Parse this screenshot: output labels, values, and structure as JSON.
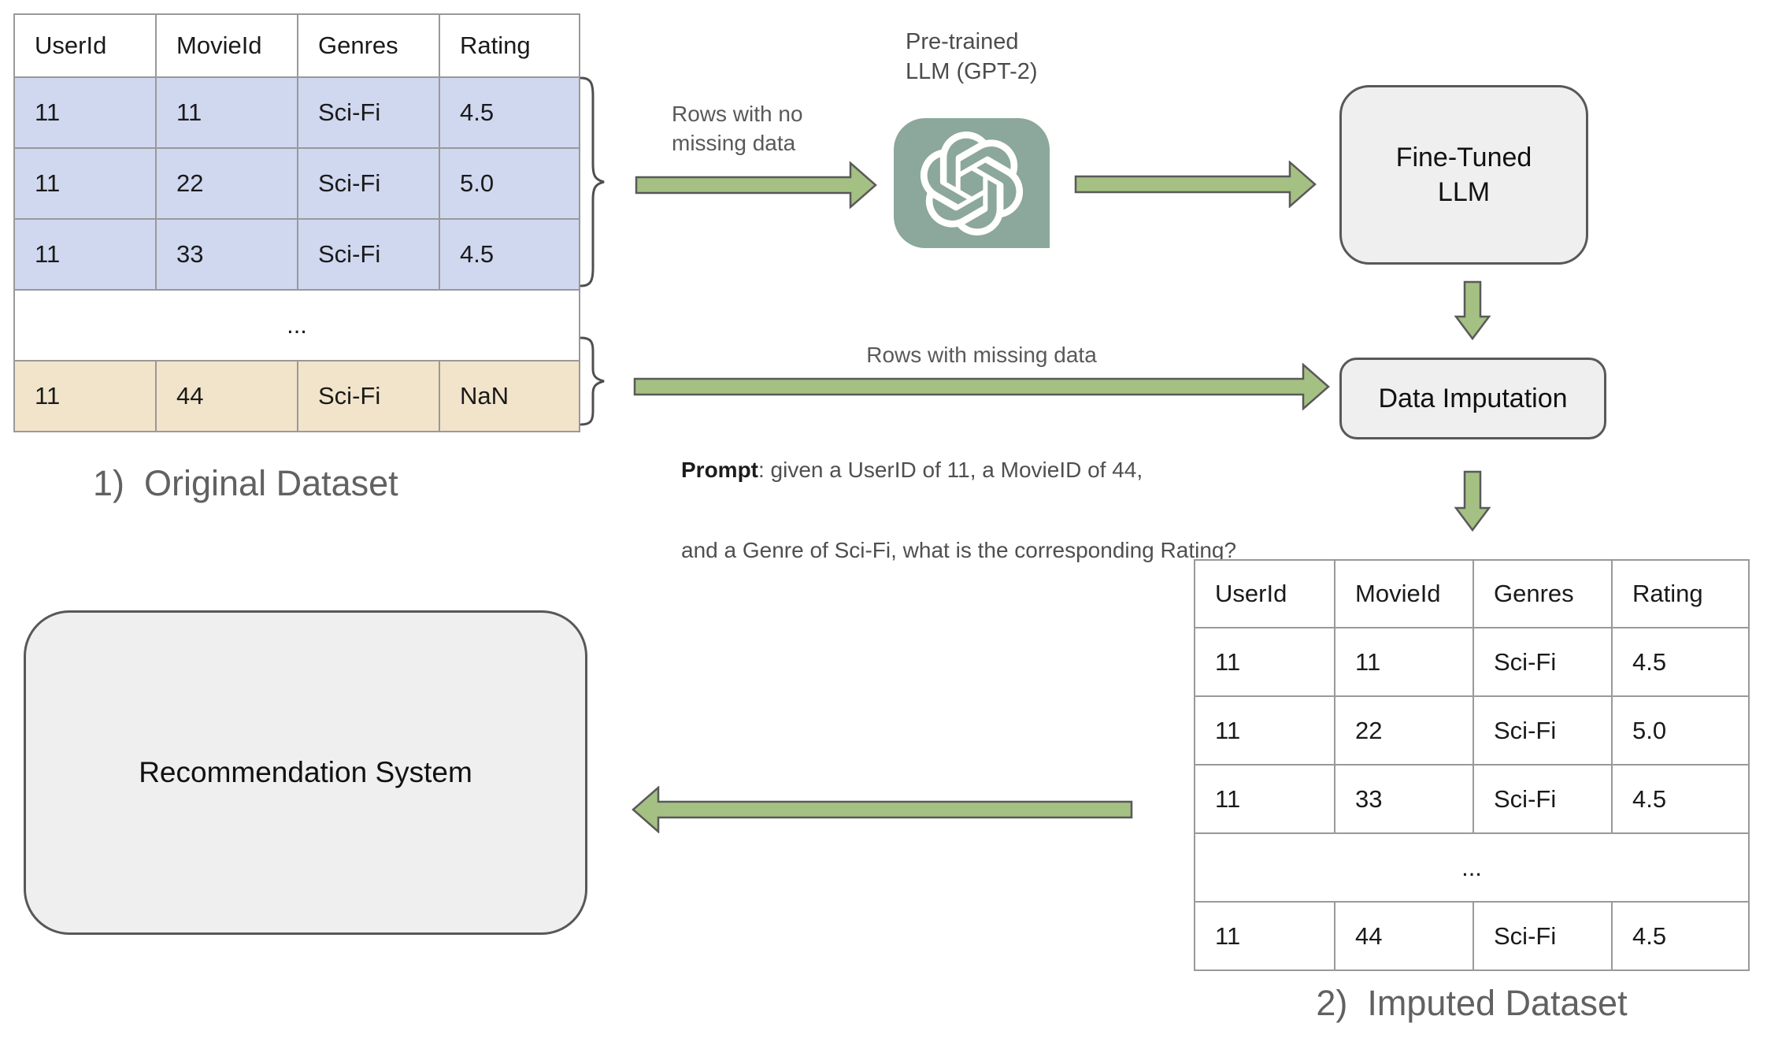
{
  "captions": {
    "original": "1)  Original Dataset",
    "imputed": "2)  Imputed Dataset"
  },
  "tables": {
    "original": {
      "headers": [
        "UserId",
        "MovieId",
        "Genres",
        "Rating"
      ],
      "rows": [
        [
          "11",
          "11",
          "Sci-Fi",
          "4.5"
        ],
        [
          "11",
          "22",
          "Sci-Fi",
          "5.0"
        ],
        [
          "11",
          "33",
          "Sci-Fi",
          "4.5"
        ]
      ],
      "ellipsis": "...",
      "missing_row": [
        "11",
        "44",
        "Sci-Fi",
        "NaN"
      ]
    },
    "imputed": {
      "headers": [
        "UserId",
        "MovieId",
        "Genres",
        "Rating"
      ],
      "rows": [
        [
          "11",
          "11",
          "Sci-Fi",
          "4.5"
        ],
        [
          "11",
          "22",
          "Sci-Fi",
          "5.0"
        ],
        [
          "11",
          "33",
          "Sci-Fi",
          "4.5"
        ]
      ],
      "ellipsis": "...",
      "imputed_row": [
        "11",
        "44",
        "Sci-Fi",
        "4.5"
      ]
    }
  },
  "flow": {
    "pretrained_label_line1": "Pre-trained",
    "pretrained_label_line2": "LLM (GPT-2)",
    "rows_no_missing_line1": "Rows with no",
    "rows_no_missing_line2": "missing data",
    "rows_missing_label": "Rows with missing data",
    "prompt_lead": "Prompt",
    "prompt_line1_rest": ": given a UserID of 11, a MovieID of 44,",
    "prompt_line2": "and a Genre of Sci-Fi, what is the corresponding Rating?",
    "finetuned_line1": "Fine-Tuned",
    "finetuned_line2": "LLM",
    "data_imputation": "Data Imputation",
    "recommendation": "Recommendation System"
  },
  "icons": {
    "openai": "openai-logo-icon",
    "braces": "curly-brace-icon",
    "arrows": "flow-arrow-icon"
  },
  "colors": {
    "row_complete": "#d0d8f0",
    "row_missing": "#f1e4ca",
    "arrow_fill": "#a4c183",
    "arrow_stroke": "#595959",
    "gpt_badge": "#8ca79b",
    "box_fill": "#efefef",
    "box_stroke": "#58585a",
    "table_border": "#999999",
    "caption_text": "#616161",
    "label_text": "#595959"
  }
}
